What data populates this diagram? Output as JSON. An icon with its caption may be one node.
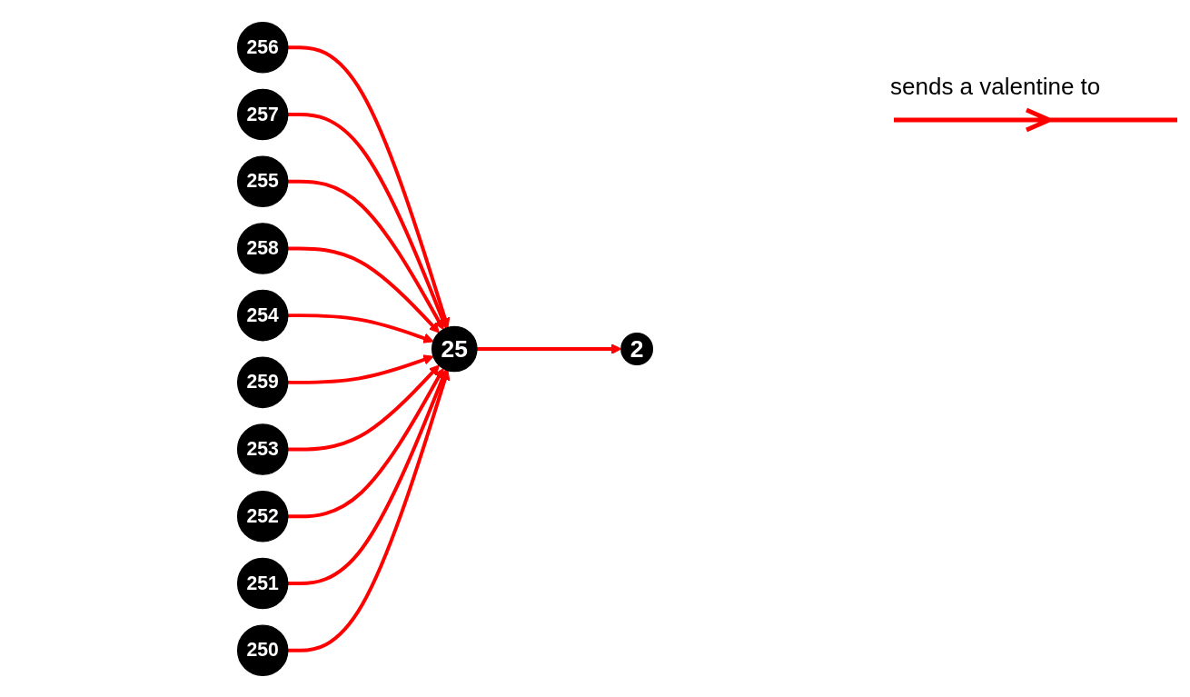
{
  "diagram": {
    "nodes": [
      {
        "text": [
          "256"
        ]
      },
      {
        "text": [
          "257"
        ]
      },
      {
        "text": [
          "255"
        ]
      },
      {
        "text": [
          "258"
        ]
      },
      {
        "text": [
          "254"
        ]
      },
      {
        "text": [
          "259"
        ]
      },
      {
        "text": [
          "25"
        ]
      },
      {
        "text": [
          "253"
        ]
      },
      {
        "text": [
          "252"
        ]
      },
      {
        "text": [
          "251"
        ]
      },
      {
        "text": [
          "250"
        ]
      },
      {
        "text": [
          "2"
        ]
      }
    ],
    "edges": [
      {
        "from": 0,
        "to": 6,
        "arrow": "to"
      },
      {
        "from": 1,
        "to": 6,
        "arrow": "to"
      },
      {
        "from": 2,
        "to": 6,
        "arrow": "to"
      },
      {
        "from": 3,
        "to": 6,
        "arrow": "to"
      },
      {
        "from": 4,
        "to": 6,
        "arrow": "to"
      },
      {
        "from": 5,
        "to": 6,
        "arrow": "to"
      },
      {
        "from": 7,
        "to": 6,
        "arrow": "to"
      },
      {
        "from": 8,
        "to": 6,
        "arrow": "to"
      },
      {
        "from": 9,
        "to": 6,
        "arrow": "to"
      },
      {
        "from": 10,
        "to": 6,
        "arrow": "to"
      },
      {
        "from": 6,
        "to": 11,
        "arrow": "to"
      }
    ],
    "legend": [
      {
        "text": "sends a valentine to"
      }
    ]
  }
}
